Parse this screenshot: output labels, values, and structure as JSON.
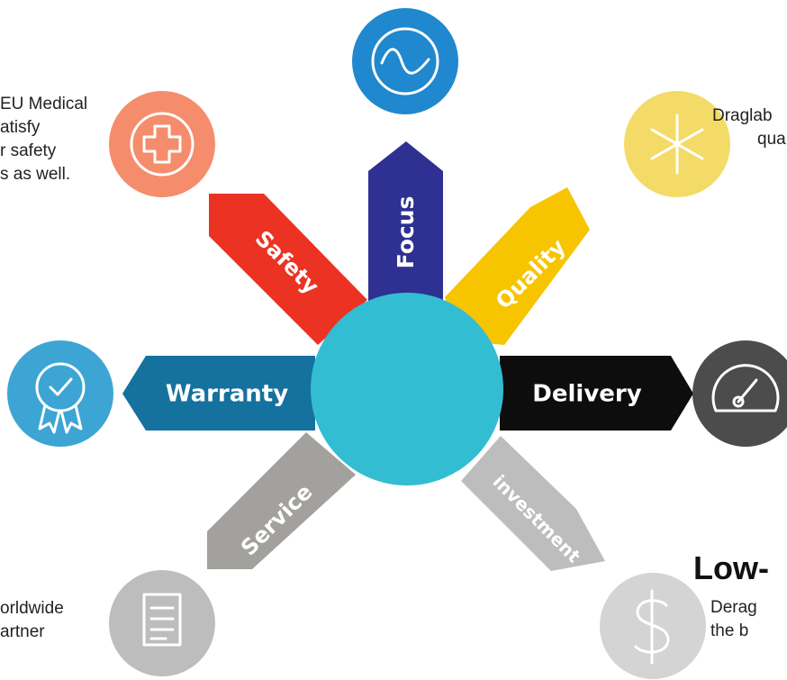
{
  "arms": {
    "focus": {
      "label": "Focus",
      "color": "#2E3192"
    },
    "quality": {
      "label": "Quality",
      "color": "#F7C400"
    },
    "delivery": {
      "label": "Delivery",
      "color": "#0D0D0D"
    },
    "investment": {
      "label": "investment",
      "color": "#BDBDBD"
    },
    "service": {
      "label": "Service",
      "color": "#A3A19E"
    },
    "warranty": {
      "label": "Warranty",
      "color": "#15719E"
    },
    "safety": {
      "label": "Safety",
      "color": "#EC3323"
    }
  },
  "hub": {
    "color": "#33BDD3"
  },
  "circles": {
    "focus": {
      "icon": "wave-icon",
      "color": "#1F88CE"
    },
    "quality": {
      "icon": "asterisk-icon",
      "color": "#F4DB67"
    },
    "delivery": {
      "icon": "speedometer-icon",
      "color": "#4C4C4C"
    },
    "investment": {
      "icon": "dollar-icon",
      "color": "#D4D4D4"
    },
    "service": {
      "icon": "document-icon",
      "color": "#BDBDBD"
    },
    "warranty": {
      "icon": "award-badge-icon",
      "color": "#3DA5D4"
    },
    "safety": {
      "icon": "medical-cross-icon",
      "color": "#F58C6C"
    }
  },
  "texts": {
    "safety": [
      "EU Medical",
      "atisfy",
      "r safety",
      "s as well."
    ],
    "quality": [
      "Draglab",
      "qua"
    ],
    "service": [
      "orldwide",
      "artner"
    ],
    "investment_heading": "Low-",
    "investment": [
      "Derag",
      "the b"
    ]
  }
}
